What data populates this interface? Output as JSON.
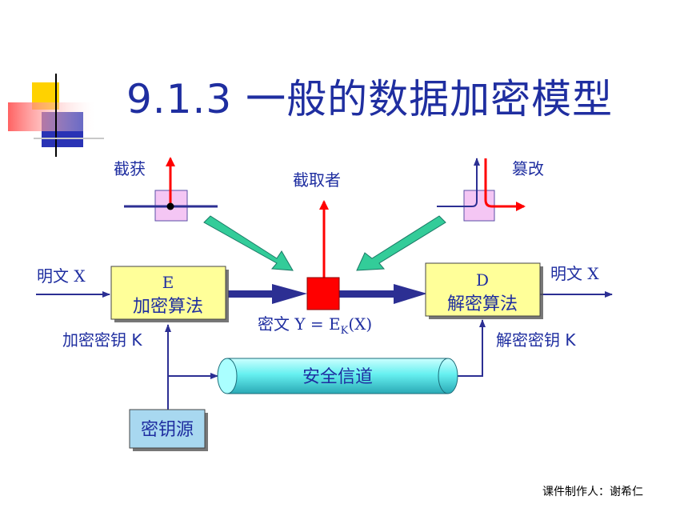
{
  "title": "9.1.3   一般的数据加密模型",
  "labels": {
    "intercept": "截获",
    "interceptor": "截取者",
    "tamper": "篡改",
    "plaintext_left": "明文 X",
    "plaintext_right": "明文 X",
    "encrypt_letter": "E",
    "encrypt_algo": "加密算法",
    "decrypt_letter": "D",
    "decrypt_algo": "解密算法",
    "ciphertext_prefix": "密文 Y = E",
    "ciphertext_sub": "K",
    "ciphertext_suffix": "(X)",
    "encrypt_key": "加密密钥 K",
    "decrypt_key": "解密密钥 K",
    "secure_channel": "安全信道",
    "key_source": "密钥源"
  },
  "footer": {
    "credit": "课件制作人：谢希仁"
  },
  "colors": {
    "title": "#1f2ea0",
    "line": "#2c2f93",
    "box_fill": "#ffff99",
    "red": "#ff0000",
    "pink": "#f4c6f4",
    "teal_arrow": "#33cc99",
    "channel": "#66ffff",
    "key_box": "#a8d8f0"
  }
}
